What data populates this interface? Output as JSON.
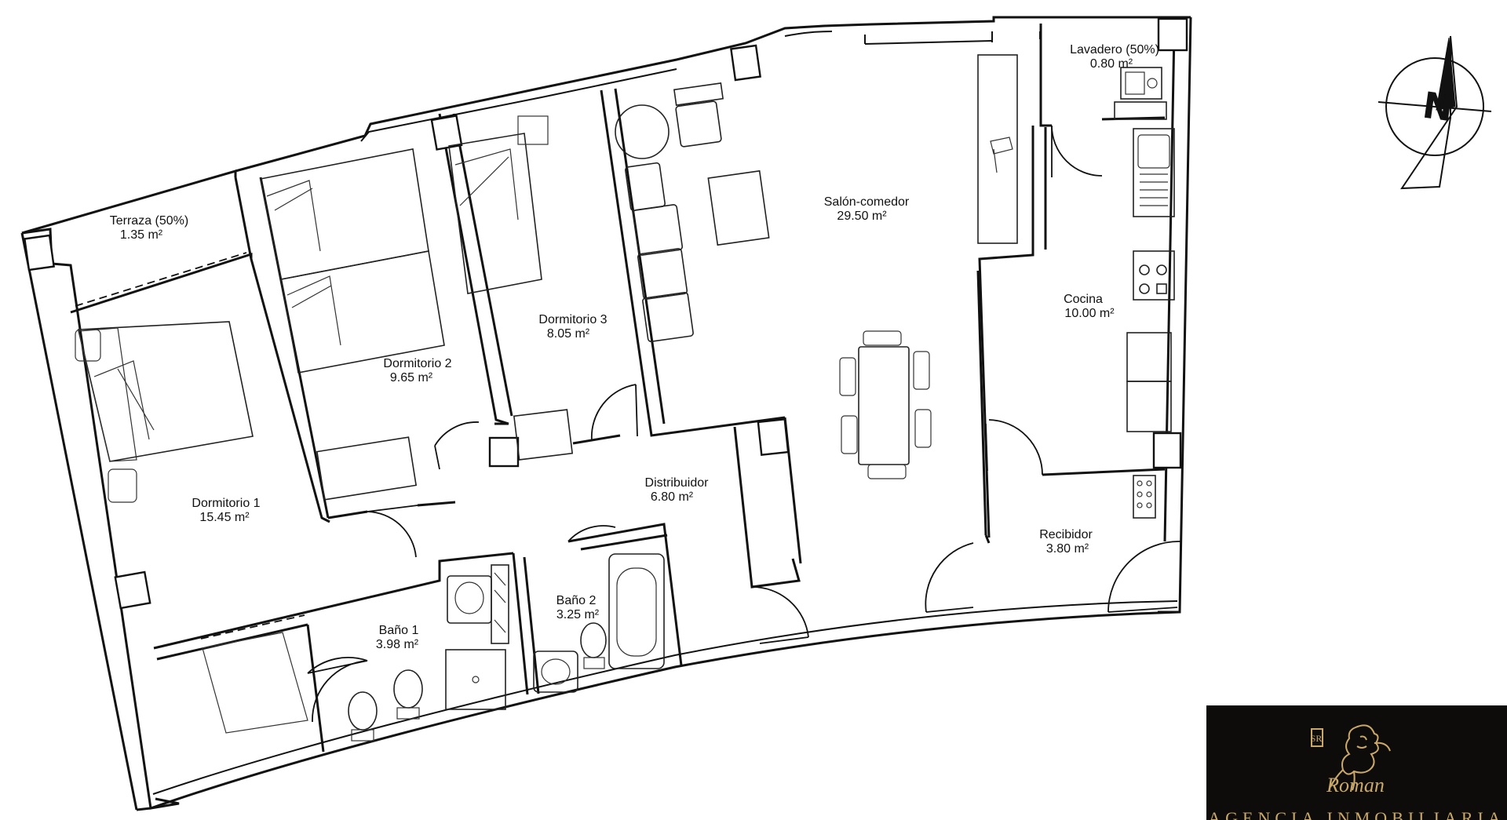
{
  "rooms": {
    "terraza": {
      "name": "Terraza (50%)",
      "area": "1.35 m²"
    },
    "dormitorio1": {
      "name": "Dormitorio 1",
      "area": "15.45 m²"
    },
    "dormitorio2": {
      "name": "Dormitorio 2",
      "area": "9.65 m²"
    },
    "dormitorio3": {
      "name": "Dormitorio 3",
      "area": "8.05 m²"
    },
    "salon": {
      "name": "Salón-comedor",
      "area": "29.50 m²"
    },
    "lavadero": {
      "name": "Lavadero (50%)",
      "area": "0.80 m²"
    },
    "cocina": {
      "name": "Cocina",
      "area": "10.00 m²"
    },
    "distribuidor": {
      "name": "Distribuidor",
      "area": "6.80 m²"
    },
    "bano1": {
      "name": "Baño 1",
      "area": "3.98 m²"
    },
    "bano2": {
      "name": "Baño 2",
      "area": "3.25 m²"
    },
    "recibidor": {
      "name": "Recibidor",
      "area": "3.80 m²"
    }
  },
  "compass": {
    "letter": "N"
  },
  "logo": {
    "monogram": "SR",
    "brand": "Roman",
    "tagline": "AGENCIA INMOBILIARIA"
  }
}
